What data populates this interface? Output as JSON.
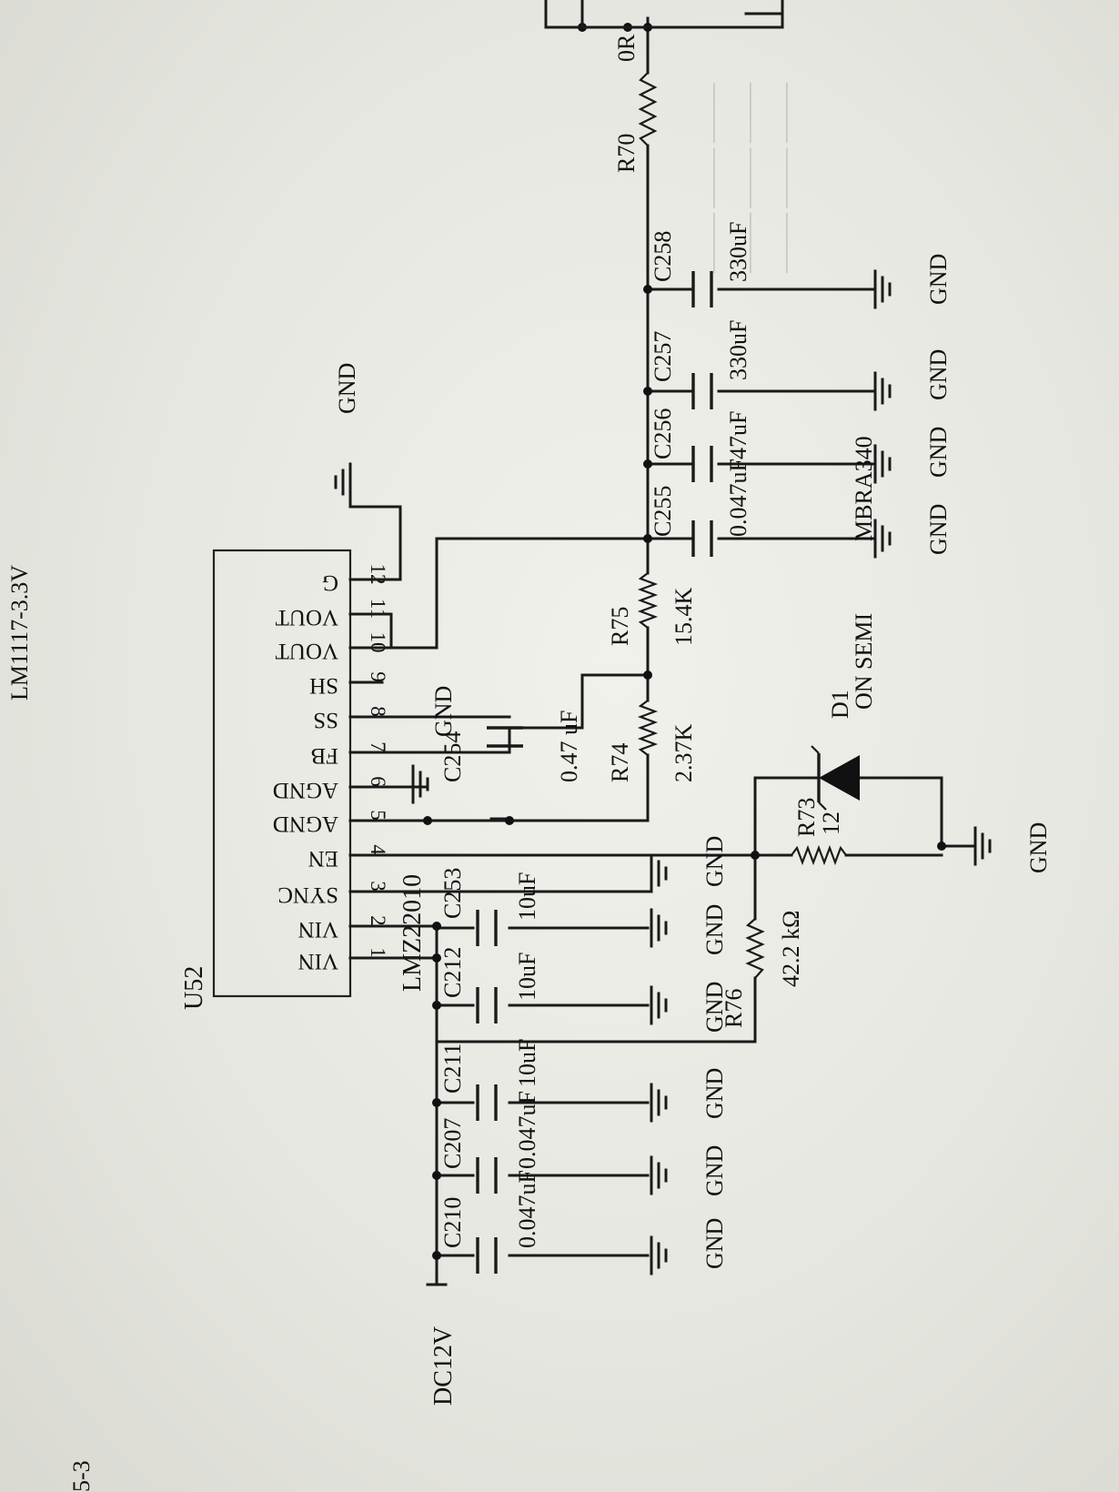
{
  "page_label": "5-3",
  "header_title": "LM1117-3.3V",
  "connector": "DC12V",
  "chip": {
    "designator": "U52",
    "part": "LMZ22010",
    "pins": [
      {
        "num": "1",
        "name": "VIN"
      },
      {
        "num": "2",
        "name": "VIN"
      },
      {
        "num": "3",
        "name": "SYNC"
      },
      {
        "num": "4",
        "name": "EN"
      },
      {
        "num": "5",
        "name": "AGND"
      },
      {
        "num": "6",
        "name": "AGND"
      },
      {
        "num": "7",
        "name": "FB"
      },
      {
        "num": "8",
        "name": "SS"
      },
      {
        "num": "9",
        "name": "SH"
      },
      {
        "num": "10",
        "name": "VOUT"
      },
      {
        "num": "11",
        "name": "VOUT"
      },
      {
        "num": "12",
        "name": "G"
      }
    ]
  },
  "input_caps": [
    {
      "ref": "C210",
      "value": "0.047uF"
    },
    {
      "ref": "C207",
      "value": "0.047uF"
    },
    {
      "ref": "C211",
      "value": "10uF"
    },
    {
      "ref": "C212",
      "value": "10uF"
    },
    {
      "ref": "C253",
      "value": "10uF"
    }
  ],
  "ss_cap": {
    "ref": "C254",
    "value": "0.47 uF"
  },
  "resistors": [
    {
      "ref": "R74",
      "value": "2.37K"
    },
    {
      "ref": "R75",
      "value": "15.4K"
    },
    {
      "ref": "R76",
      "value": "42.2 kΩ"
    },
    {
      "ref": "R73",
      "value": "12"
    },
    {
      "ref": "R70",
      "value": "0R"
    }
  ],
  "output_caps": [
    {
      "ref": "C255",
      "value": "0.047uF"
    },
    {
      "ref": "C256",
      "value": "47uF"
    },
    {
      "ref": "C257",
      "value": "330uF"
    },
    {
      "ref": "C258",
      "value": "330uF"
    }
  ],
  "diode": {
    "ref": "D1",
    "part": "MBRA340",
    "maker": "ON SEMI"
  },
  "gnd_label": "GND"
}
